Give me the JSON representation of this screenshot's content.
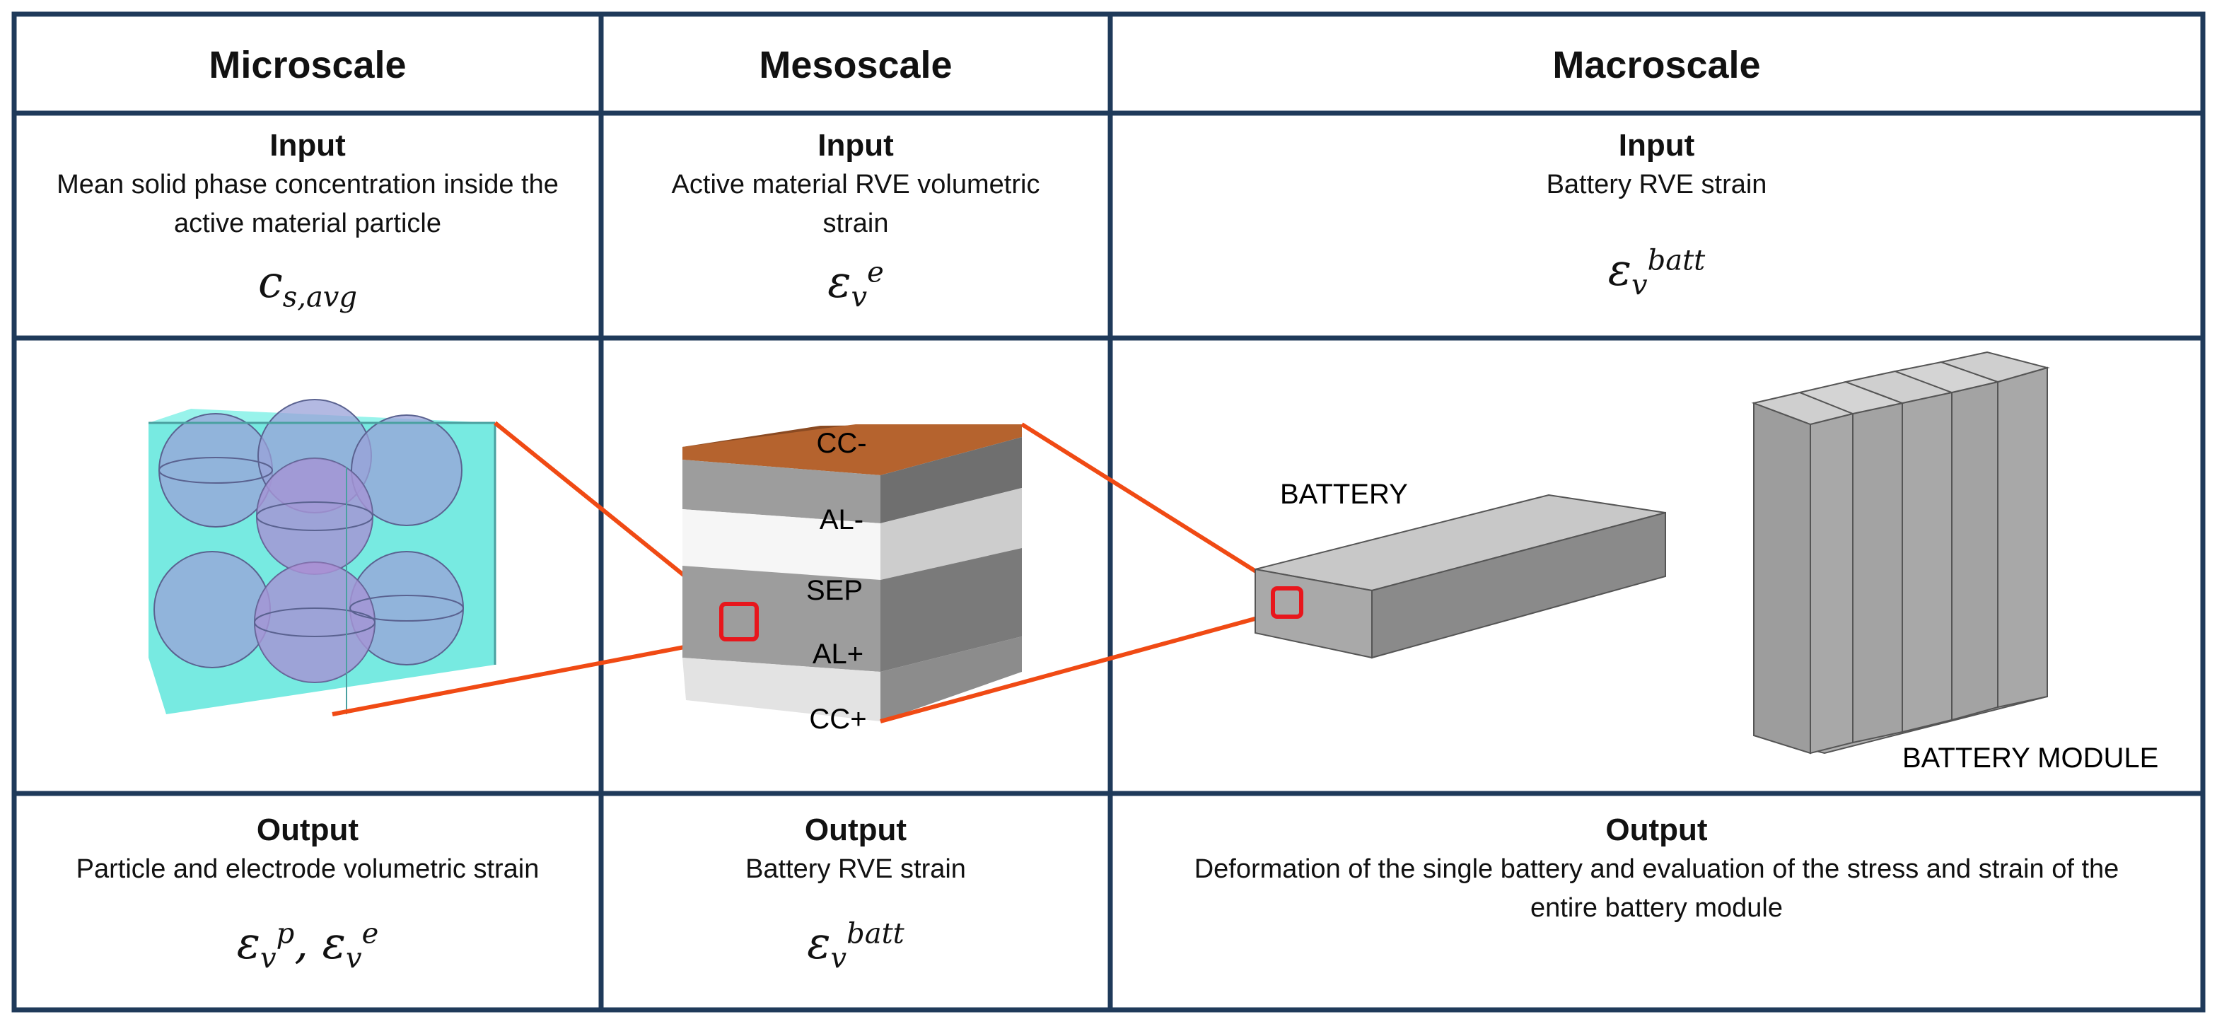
{
  "columns": [
    {
      "header": "Microscale",
      "input_label": "Input",
      "input_desc": "Mean solid phase concentration inside the active material particle",
      "input_symbol": {
        "base": "c",
        "sub": "s,avg"
      },
      "output_label": "Output",
      "output_desc": "Particle and electrode volumetric strain",
      "output_symbol": {
        "a_base": "ε",
        "a_sub": "v",
        "a_sup": "p",
        "sep": ", ",
        "b_base": "ε",
        "b_sub": "v",
        "b_sup": "e"
      }
    },
    {
      "header": "Mesoscale",
      "input_label": "Input",
      "input_desc": "Active material RVE volumetric strain",
      "input_symbol": {
        "base": "ε",
        "sub": "v",
        "sup": "e"
      },
      "output_label": "Output",
      "output_desc": "Battery RVE strain",
      "output_symbol": {
        "base": "ε",
        "sub": "v",
        "sup": "batt"
      }
    },
    {
      "header": "Macroscale",
      "input_label": "Input",
      "input_desc": "Battery RVE strain",
      "input_symbol": {
        "base": "ε",
        "sub": "v",
        "sup": "batt"
      },
      "output_label": "Output",
      "output_desc": "Deformation of the single battery and evaluation of the stress and strain of the entire battery module",
      "output_symbol": null
    }
  ],
  "layers": {
    "cc_minus": "CC-",
    "al_minus": "AL-",
    "sep": "SEP",
    "al_plus": "AL+",
    "cc_plus": "CC+"
  },
  "labels": {
    "battery": "BATTERY",
    "module": "BATTERY MODULE"
  },
  "colors": {
    "grid_border": "#1f3a5a",
    "connector": "#f04a14",
    "highlight_box": "#e8161c",
    "cube_cyan": "#5fe6dc",
    "particle": "#9aa2d8",
    "cc_minus": "#b5632e",
    "battery_gray": "#a9a9a9"
  }
}
